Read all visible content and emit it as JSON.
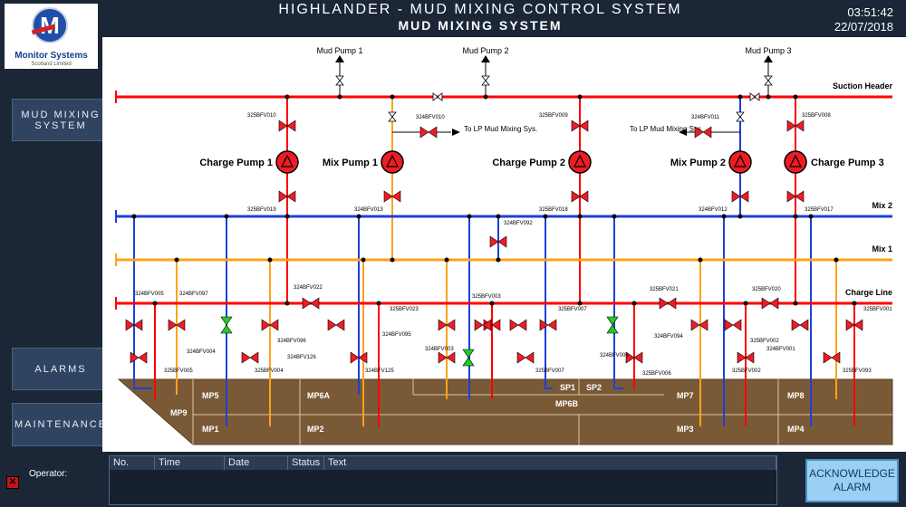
{
  "header": {
    "app_title": "HIGHLANDER - MUD MIXING CONTROL SYSTEM",
    "page_title": "MUD MIXING SYSTEM",
    "time": "03:51:42",
    "date": "22/07/2018"
  },
  "logo": {
    "name": "Monitor Systems",
    "sub": "Scotland Limited",
    "letter": "M"
  },
  "nav": {
    "mud_mixing": "MUD MIXING SYSTEM",
    "alarms": "ALARMS",
    "maintenance": "MAINTENANCE"
  },
  "mimic": {
    "headers": {
      "suction": "Suction Header",
      "mix2": "Mix 2",
      "mix1": "Mix 1",
      "charge": "Charge Line"
    },
    "mud_pumps": [
      "Mud Pump 1",
      "Mud Pump 2",
      "Mud Pump 3"
    ],
    "pumps": [
      "Charge Pump 1",
      "Mix Pump 1",
      "Charge Pump 2",
      "Mix Pump 2",
      "Charge Pump 3"
    ],
    "lp_labels": {
      "left": "To LP Mud Mixing Sys.",
      "right": "To LP Mud Mixing Sys."
    },
    "valve_tags": [
      "325BFV010",
      "324BFV010",
      "325BFV009",
      "324BFV011",
      "325BFV008",
      "325BFV019",
      "324BFV013",
      "325BFV018",
      "324BFV012",
      "325BFV017",
      "324BFV092",
      "324BFV005",
      "324BFV097",
      "324BFV022",
      "325BFV023",
      "325BFV003",
      "325BFV007",
      "325BFV021",
      "325BFV020",
      "325BFV001",
      "324BFV004",
      "324BFV096",
      "324BFV126",
      "324BFV095",
      "324BFV003",
      "324BFV006",
      "324BFV094",
      "325BFV002",
      "324BFV001",
      "325BFV005",
      "325BFV004",
      "324BFV125",
      "325BFV007",
      "325BFV006",
      "325BFV002",
      "325BFV093"
    ],
    "tanks": [
      "MP5",
      "MP6A",
      "SP1",
      "SP2",
      "MP7",
      "MP8",
      "MP9",
      "MP6B",
      "MP1",
      "MP2",
      "MP3",
      "MP4"
    ]
  },
  "alarm_table": {
    "columns": [
      "No.",
      "Time",
      "Date",
      "Status",
      "Text"
    ]
  },
  "operator": {
    "label": "Operator:"
  },
  "ack_button": {
    "line1": "ACKNOWLEDGE",
    "line2": "ALARM"
  },
  "colors": {
    "suction": "#ff0000",
    "mix2": "#1f3fd9",
    "mix1": "#ffa21a",
    "charge": "#ff0000",
    "valve": "#ee1c24",
    "valve_open": "#22cc22",
    "tank": "#7a5a36"
  }
}
